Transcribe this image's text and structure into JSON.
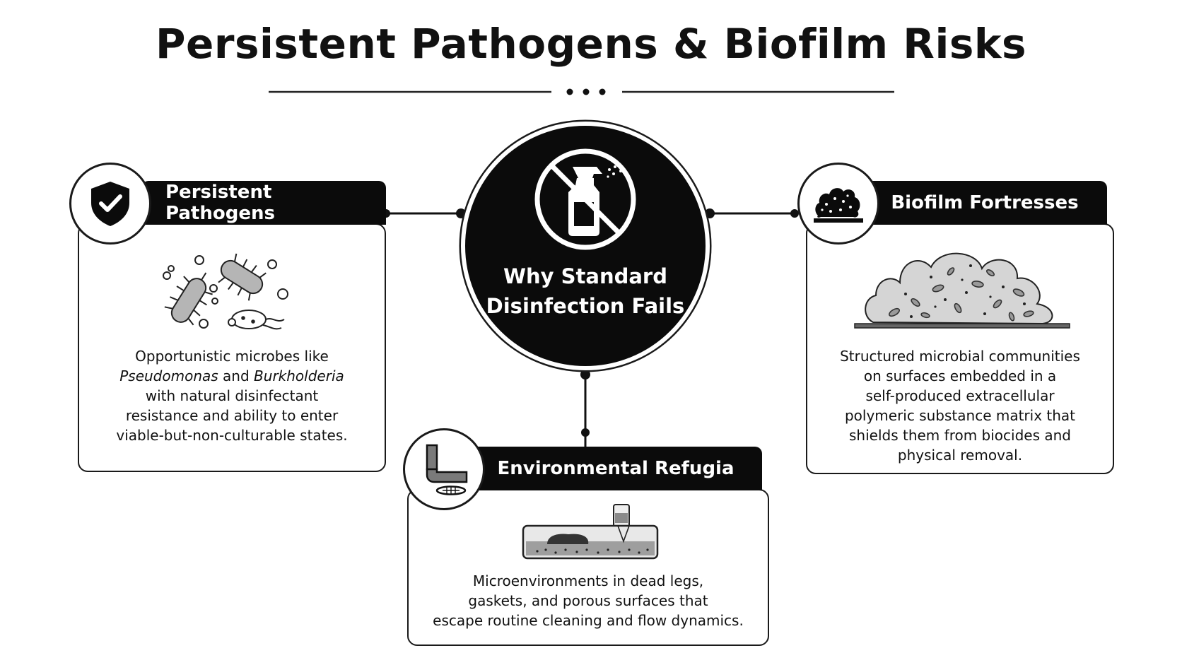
{
  "title": "Persistent Pathogens & Biofilm Risks",
  "hub": {
    "label_line1": "Why Standard",
    "label_line2": "Disinfection Fails",
    "icon": "no-spray-bottle-icon"
  },
  "cards": {
    "pathogens": {
      "title": "Persistent Pathogens",
      "icon": "shield-check-icon",
      "illustration": "bacteria-illustration",
      "desc_intro": "Opportunistic microbes like",
      "genus1": "Pseudomonas",
      "conj": "and",
      "genus2": "Burkholderia",
      "desc_line3": "with natural disinfectant",
      "desc_line4": "resistance and ability to enter",
      "desc_line5": "viable-but-non-culturable states."
    },
    "biofilm": {
      "title": "Biofilm Fortresses",
      "icon": "biofilm-colony-icon",
      "illustration": "biofilm-matrix-illustration",
      "desc_lines": [
        "Structured microbial communities",
        "on surfaces embedded in a",
        "self-produced extracellular",
        "polymeric substance matrix that",
        "shields them from biocides and",
        "physical removal."
      ]
    },
    "refugia": {
      "title": "Environmental Refugia",
      "icon": "pipe-drain-icon",
      "illustration": "dead-leg-pipe-illustration",
      "desc_lines": [
        "Microenvironments in dead legs,",
        "gaskets, and porous surfaces that",
        "escape routine cleaning and flow dynamics."
      ]
    }
  },
  "colors": {
    "ink": "#111111",
    "tab": "#0b0b0b",
    "background": "#ffffff",
    "fill_gray": "#b5b5b5"
  }
}
